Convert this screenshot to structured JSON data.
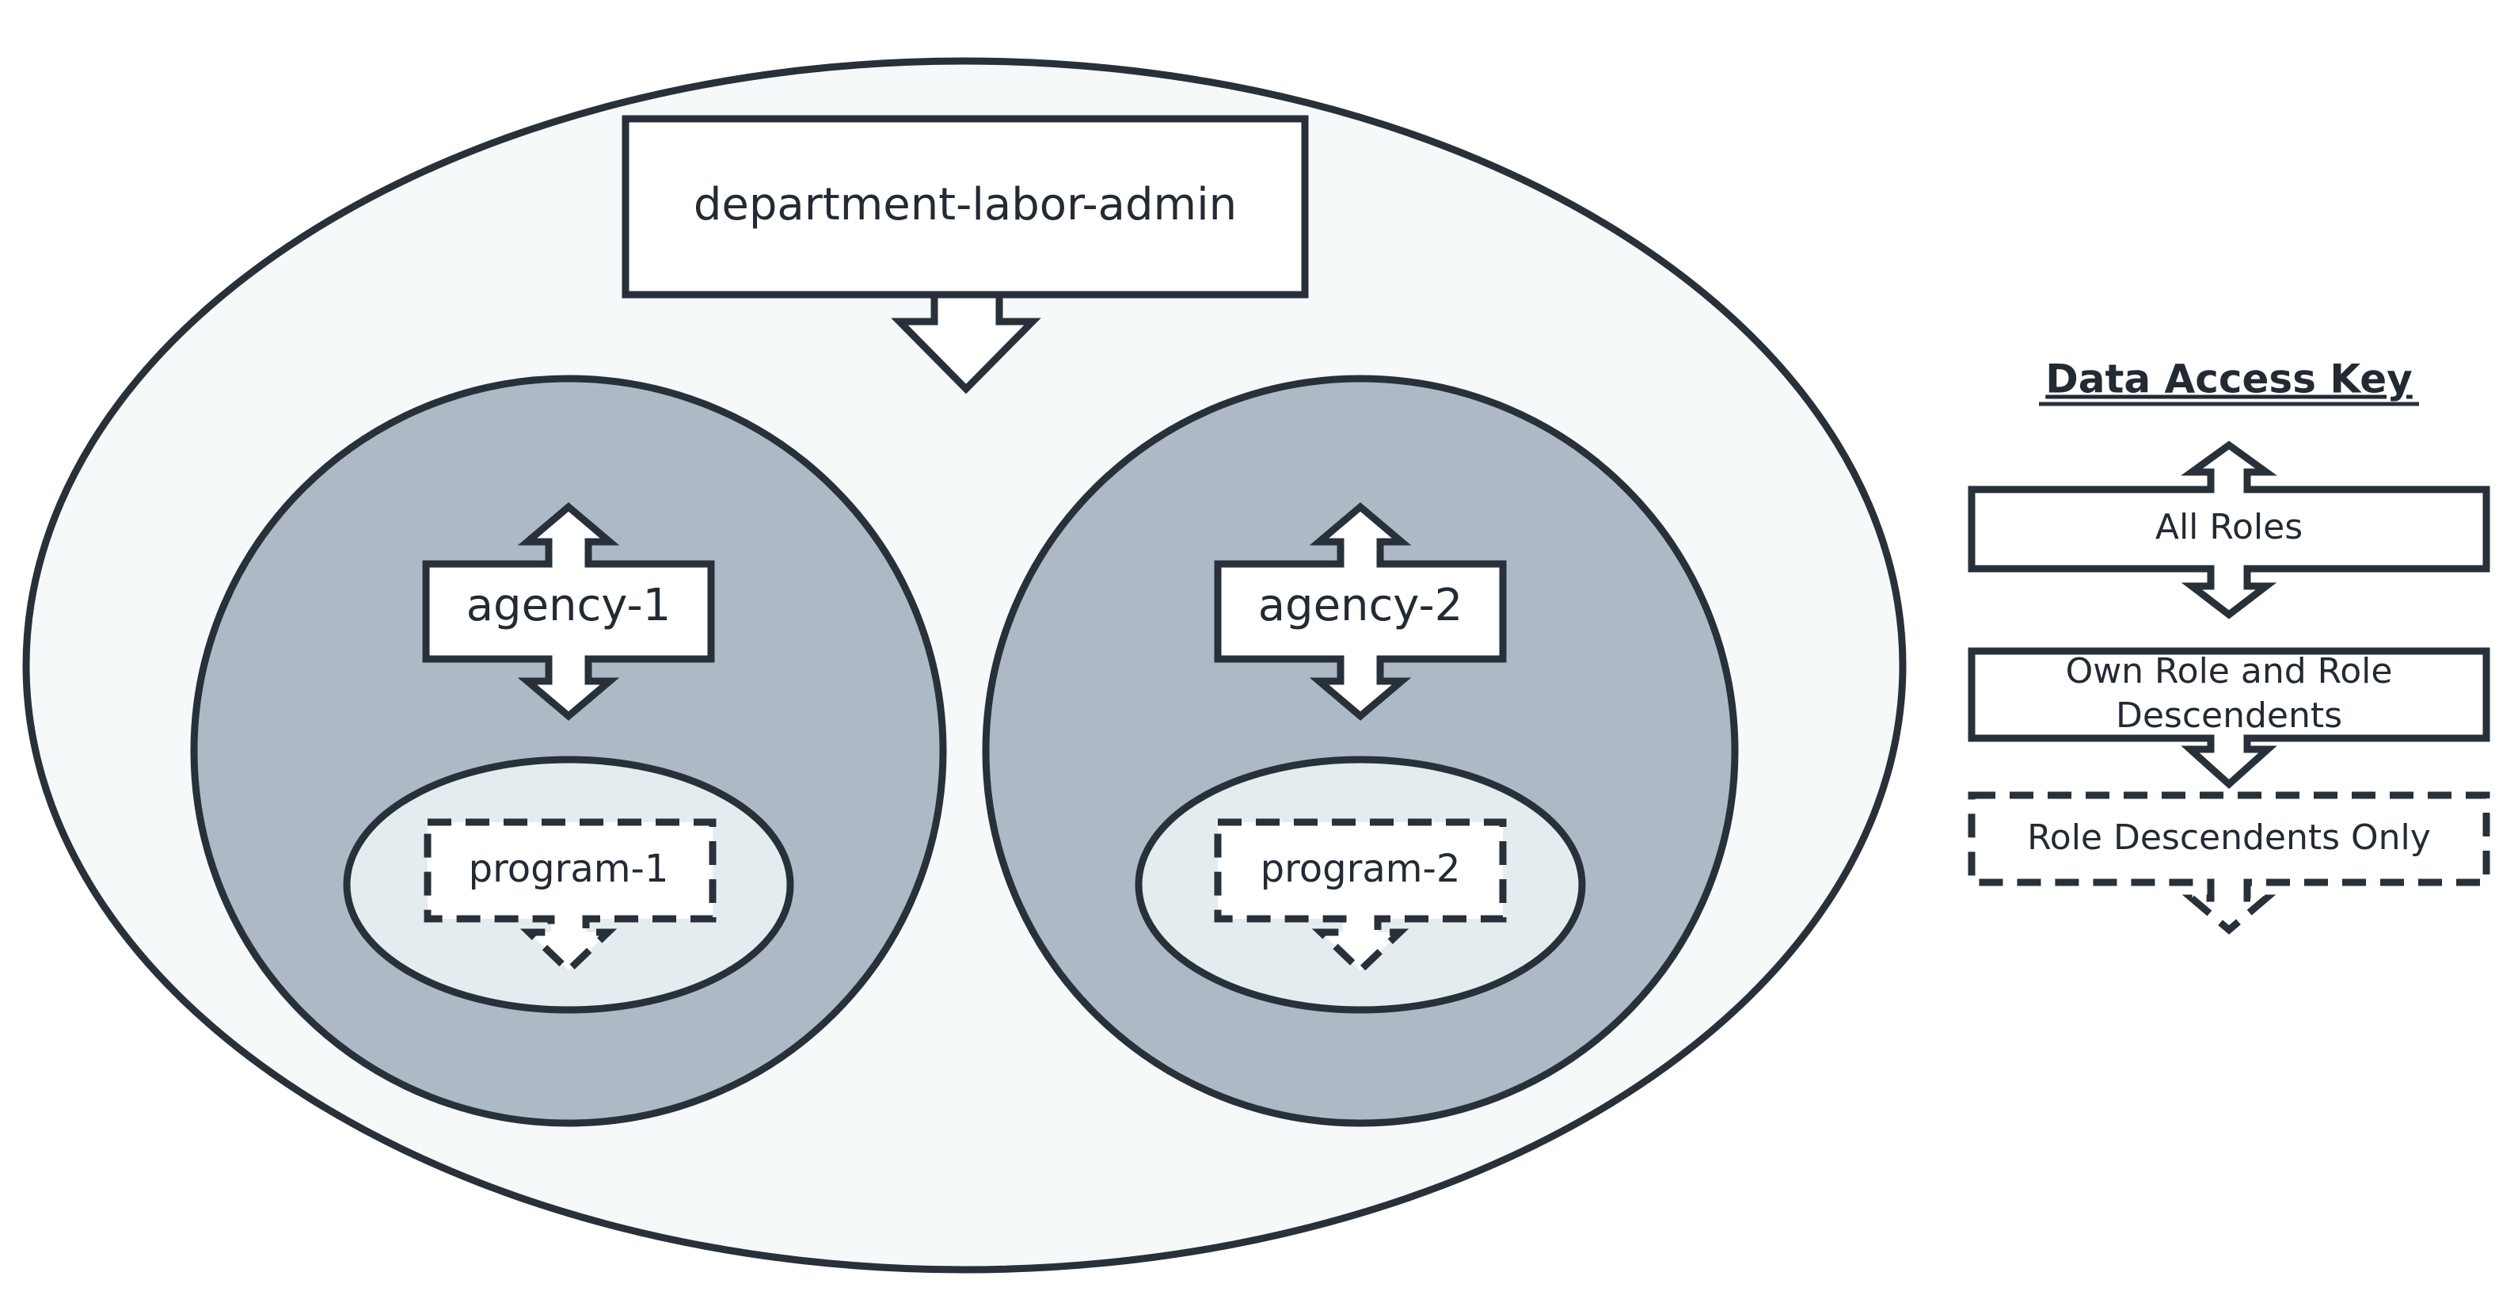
{
  "colors": {
    "outline": "#28303a",
    "outer_fill": "#f5f9fa",
    "agency_fill": "#adbac5",
    "program_fill": "#e4ecef",
    "box_fill": "#ffffff",
    "text": "#232a33"
  },
  "department": {
    "label": "department-labor-admin"
  },
  "agencies": [
    {
      "label": "agency-1",
      "program": {
        "label": "program-1"
      }
    },
    {
      "label": "agency-2",
      "program": {
        "label": "program-2"
      }
    }
  ],
  "key": {
    "title": "Data Access Key",
    "all_roles": "All Roles",
    "own_role_line1": "Own Role and Role",
    "own_role_line2": "Descendents",
    "descendents_only": "Role Descendents Only"
  }
}
